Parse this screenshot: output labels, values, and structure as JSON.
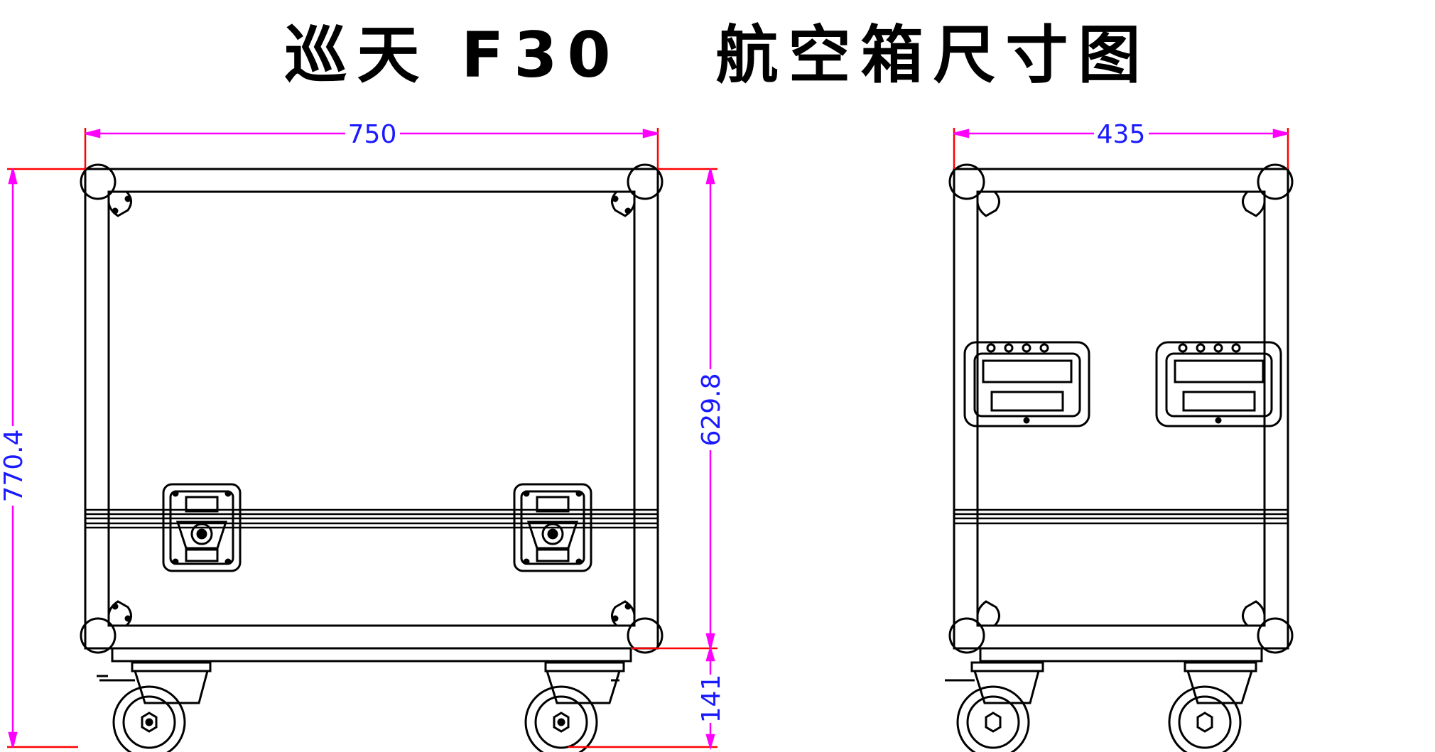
{
  "title": "巡天 F30   航空箱尺寸图",
  "dimensions": {
    "front_width": "750",
    "side_width": "435",
    "total_height": "770.4",
    "case_height": "629.8",
    "wheel_height": "141"
  },
  "colors": {
    "line": "#000000",
    "dimension": "#ff00ff",
    "dimension_text": "#1a1aff",
    "extension": "#ff0000"
  }
}
